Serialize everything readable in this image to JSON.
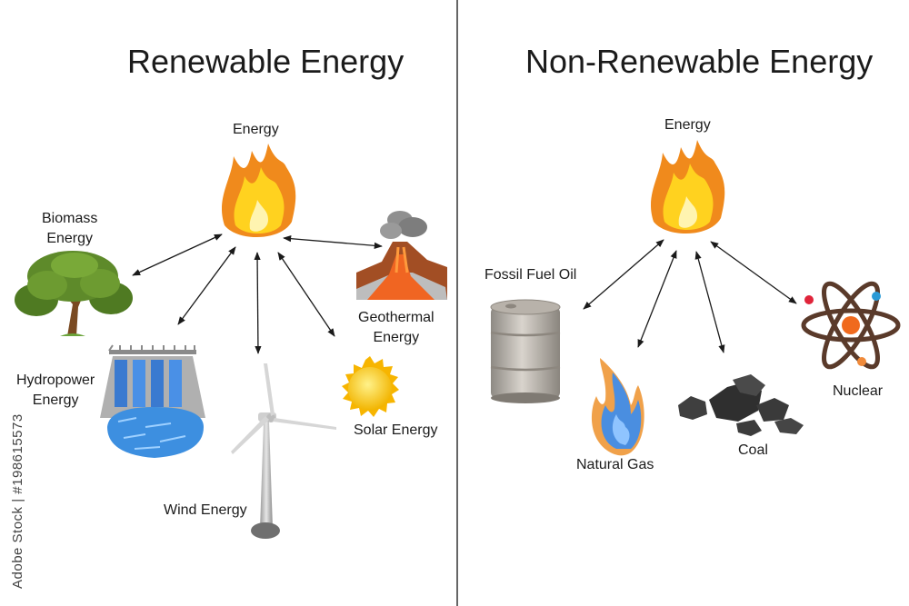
{
  "renewable": {
    "title": "Renewable Energy",
    "center_label": "Energy",
    "sources": {
      "biomass": "Biomass\nEnergy",
      "geothermal": "Geothermal\nEnergy",
      "hydropower": "Hydropower\nEnergy",
      "solar": "Solar Energy",
      "wind": "Wind Energy"
    }
  },
  "non_renewable": {
    "title": "Non-Renewable Energy",
    "center_label": "Energy",
    "sources": {
      "oil": "Fossil Fuel Oil",
      "gas": "Natural Gas",
      "coal": "Coal",
      "nuclear": "Nuclear"
    }
  },
  "watermark": "Adobe Stock | #198615573",
  "colors": {
    "arrow": "#1a1a1a",
    "divider": "#333333",
    "flame_outer": "#f08a1c",
    "flame_inner": "#ffd21f",
    "tree_foliage": "#5e8a2a",
    "water": "#3d8fe0",
    "lava": "#f06522",
    "sun": "#ffc81a"
  }
}
